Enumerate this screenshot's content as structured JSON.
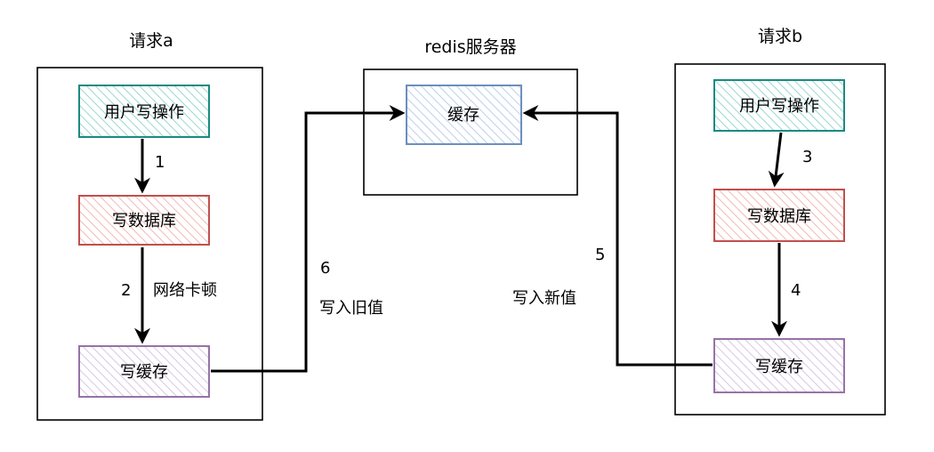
{
  "groups": {
    "request_a": "请求a",
    "redis": "redis服务器",
    "request_b": "请求b"
  },
  "nodes": {
    "a_user_write": "用户写操作",
    "a_write_db": "写数据库",
    "a_write_cache": "写缓存",
    "cache": "缓存",
    "b_user_write": "用户写操作",
    "b_write_db": "写数据库",
    "b_write_cache": "写缓存"
  },
  "edges": {
    "step1": "1",
    "step2": "2",
    "step2_note": "网络卡顿",
    "step3": "3",
    "step4": "4",
    "step5": "5",
    "step5_note": "写入新值",
    "step6": "6",
    "step6_note": "写入旧值"
  },
  "colors": {
    "teal_border": "#1a8a80",
    "teal_fill": "#9ad8cf",
    "red_border": "#c0504d",
    "red_fill": "#f2b8b5",
    "purple_border": "#9673a6",
    "purple_fill": "#d9c6e6",
    "blue_border": "#6c8ebf",
    "blue_fill": "#bcd0ea"
  }
}
